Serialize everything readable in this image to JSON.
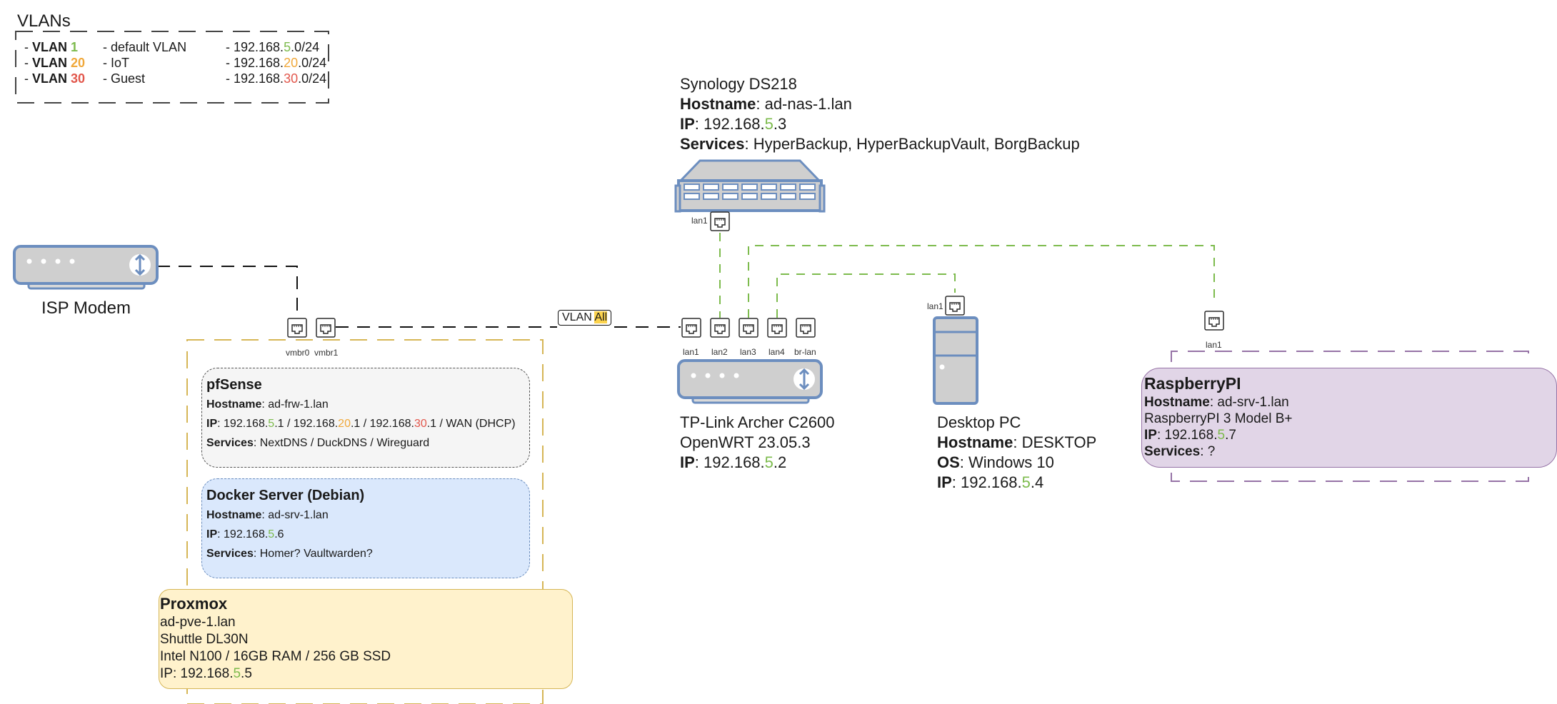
{
  "legend": {
    "title": "VLANs",
    "rows": [
      {
        "vlan_prefix": "VLAN ",
        "vlan_id": "1",
        "name": "- default VLAN",
        "ip_prefix": "- 192.168.",
        "ip_octet": "5",
        "ip_suffix": ".0/24"
      },
      {
        "vlan_prefix": "VLAN ",
        "vlan_id": "20",
        "name": "- IoT",
        "ip_prefix": "- 192.168.",
        "ip_octet": "20",
        "ip_suffix": ".0/24"
      },
      {
        "vlan_prefix": "VLAN ",
        "vlan_id": "30",
        "name": "- Guest",
        "ip_prefix": "- 192.168.",
        "ip_octet": "30",
        "ip_suffix": ".0/24"
      }
    ]
  },
  "colors": {
    "vlan1": "#7dbb4d",
    "vlan20": "#f0a83a",
    "vlan30": "#e2574c",
    "device_stroke": "#6c8ebf",
    "device_fill": "#cfcfcf",
    "link_green": "#7dbb4d",
    "proxmox_border": "#d6b656",
    "rpi_border": "#9673a6"
  },
  "isp_modem": {
    "label": "ISP Modem"
  },
  "nas": {
    "model": "Synology DS218",
    "hostname_key": "Hostname",
    "hostname": ": ad-nas-1.lan",
    "ip_key": "IP",
    "ip_prefix": ": 192.168.",
    "ip_octet": "5",
    "ip_suffix": ".3",
    "services_key": "Services",
    "services": ": HyperBackup, HyperBackupVault, BorgBackup",
    "port": "lan1"
  },
  "router": {
    "model": "TP-Link Archer C2600",
    "firmware": "OpenWRT 23.05.3",
    "ip_key": "IP",
    "ip_prefix": ": 192.168.",
    "ip_octet": "5",
    "ip_suffix": ".2",
    "ports": [
      "lan1",
      "lan2",
      "lan3",
      "lan4",
      "br-lan"
    ]
  },
  "vlan_tag": {
    "prefix": "VLAN ",
    "value": "All"
  },
  "desktop": {
    "name": "Desktop PC",
    "hostname_key": "Hostname",
    "hostname": ": DESKTOP",
    "os_key": "OS",
    "os": ": Windows 10",
    "ip_key": "IP",
    "ip_prefix": ": 192.168.",
    "ip_octet": "5",
    "ip_suffix": ".4",
    "port": "lan1"
  },
  "proxmox_ports": [
    "vmbr0",
    "vmbr1"
  ],
  "pfsense": {
    "title": "pfSense",
    "hostname_key": "Hostname",
    "hostname": ": ad-frw-1.lan",
    "ip_key": "IP",
    "ip_1a": ": 192.168.",
    "ip_1b": "5",
    "ip_1c": ".1 / 192.168.",
    "ip_2b": "20",
    "ip_2c": ".1 / 192.168.",
    "ip_3b": "30",
    "ip_3c": ".1 / WAN (DHCP)",
    "services_key": "Services",
    "services": ": NextDNS / DuckDNS / Wireguard"
  },
  "docker": {
    "title": "Docker Server (Debian)",
    "hostname_key": "Hostname",
    "hostname": ": ad-srv-1.lan",
    "ip_key": "IP",
    "ip_prefix": ": 192.168.",
    "ip_octet": "5",
    "ip_suffix": ".6",
    "services_key": "Services",
    "services": ": Homer? Vaultwarden?"
  },
  "proxmox": {
    "title": "Proxmox",
    "hostname": "ad-pve-1.lan",
    "hardware": "Shuttle DL30N",
    "specs": "Intel N100 / 16GB RAM / 256 GB SSD",
    "ip_prefix": "IP: 192.168.",
    "ip_octet": "5",
    "ip_suffix": ".5"
  },
  "rpi": {
    "title": "RaspberryPI",
    "hostname_key": "Hostname",
    "hostname": ": ad-srv-1.lan",
    "model": "RaspberryPI 3 Model B+",
    "ip_key": "IP",
    "ip_prefix": ": 192.168.",
    "ip_octet": "5",
    "ip_suffix": ".7",
    "services_key": "Services",
    "services": ": ?",
    "port": "lan1"
  }
}
